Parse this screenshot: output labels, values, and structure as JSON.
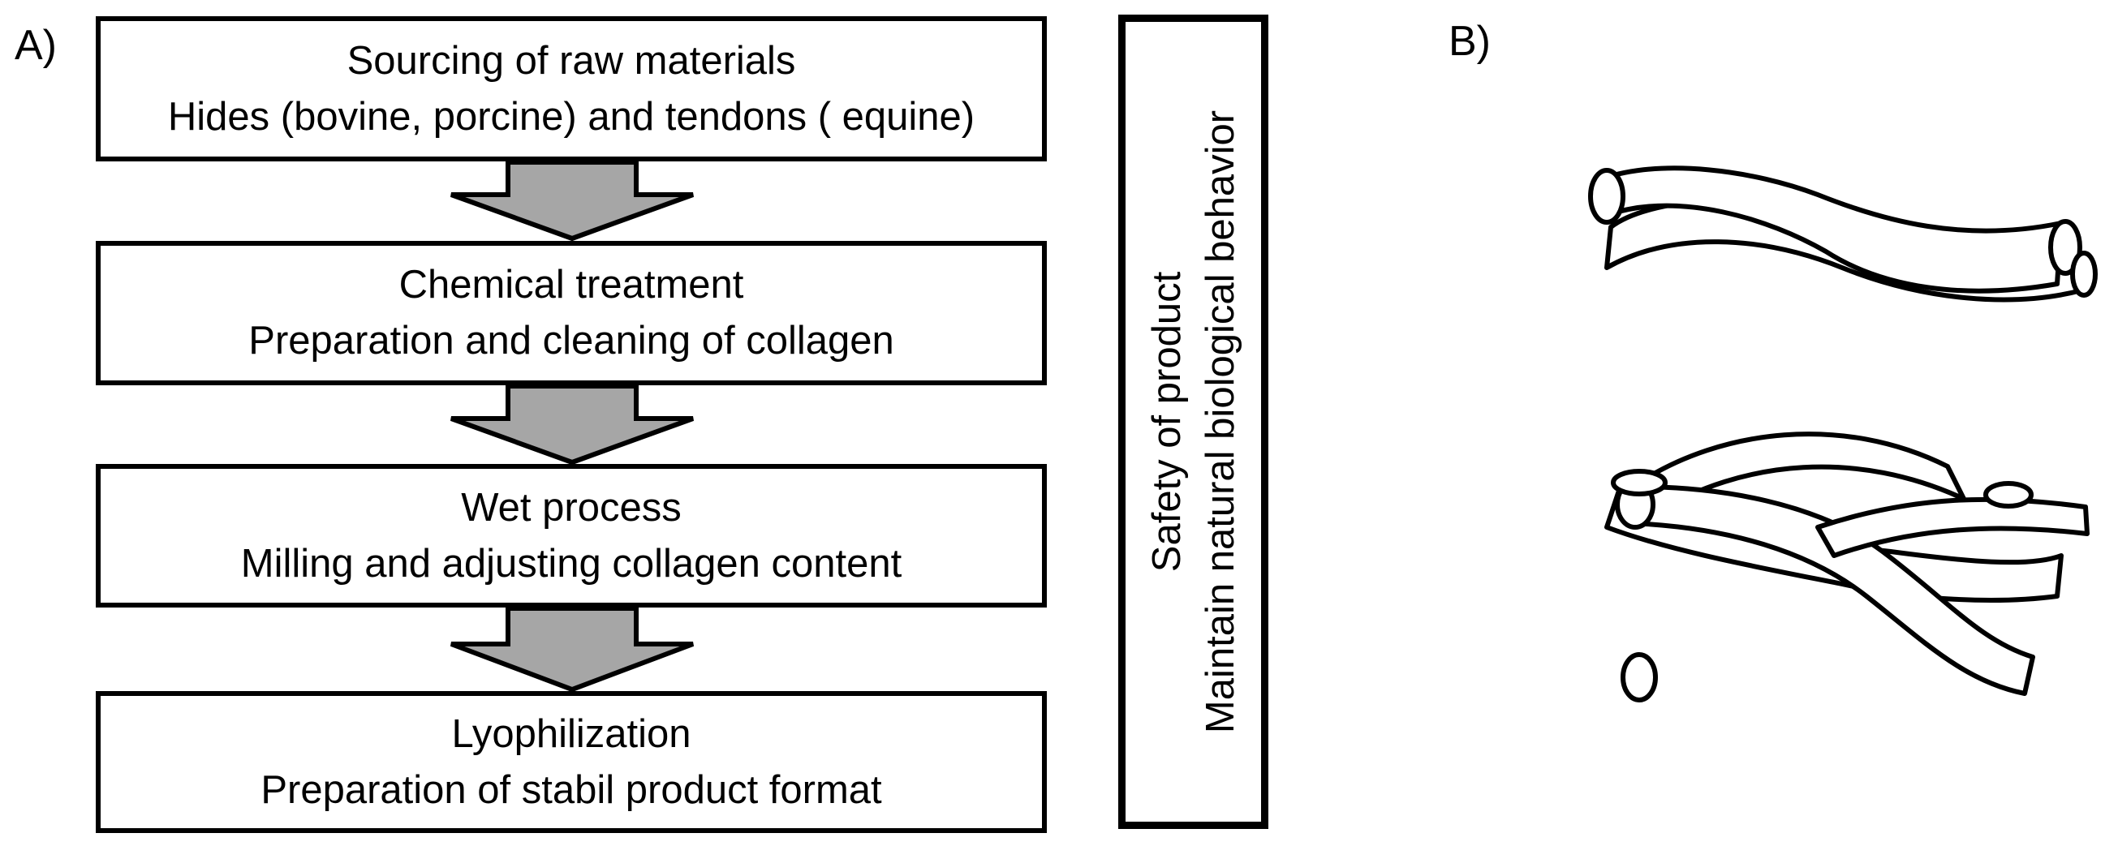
{
  "panels": {
    "a_label": "A)",
    "b_label": "B)"
  },
  "steps": [
    {
      "title": "Sourcing of raw materials",
      "subtitle": "Hides (bovine, porcine) and tendons ( equine)"
    },
    {
      "title": "Chemical treatment",
      "subtitle": "Preparation and cleaning of collagen"
    },
    {
      "title": "Wet process",
      "subtitle": "Milling and adjusting collagen content"
    },
    {
      "title": "Lyophilization",
      "subtitle": "Preparation of stabil product format"
    }
  ],
  "side_box": {
    "line1": "Safety of product",
    "line2": "Maintain natural biological behavior"
  },
  "colors": {
    "arrow_fill": "#a6a6a6",
    "stroke": "#000000",
    "background": "#ffffff"
  },
  "illustration": {
    "top": "twisted-collagen-fibril-icon",
    "bottom": "crossed-collagen-fibrils-icon"
  }
}
